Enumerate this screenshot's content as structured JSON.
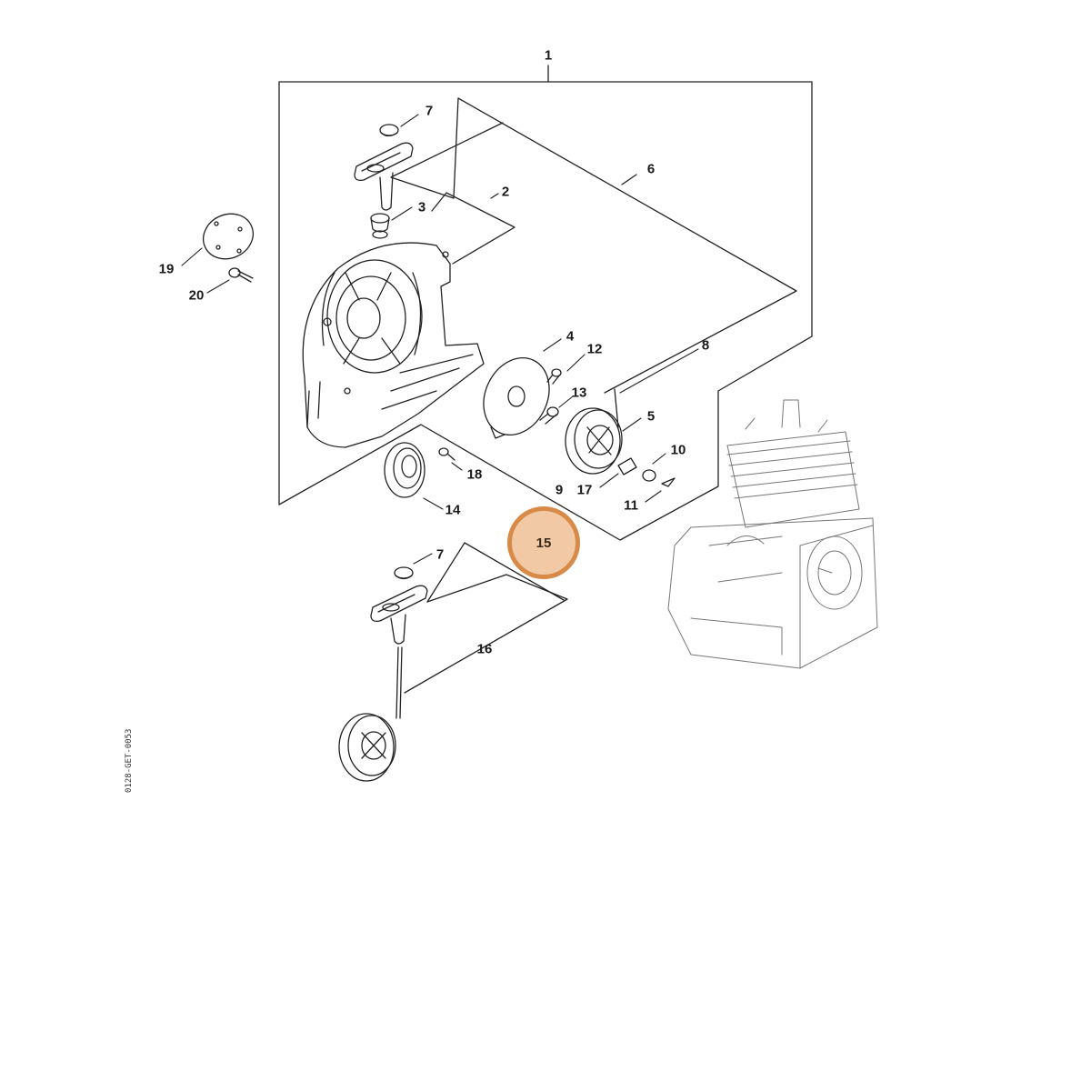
{
  "callout": {
    "number": "15",
    "fill_color": "#f1c9a4",
    "ring_color": "#d88a48"
  },
  "labels": {
    "p1": "1",
    "p2": "2",
    "p3": "3",
    "p4": "4",
    "p5": "5",
    "p6": "6",
    "p7_top": "7",
    "p7_bottom": "7",
    "p8": "8",
    "p9": "9",
    "p10": "10",
    "p11": "11",
    "p12": "12",
    "p13": "13",
    "p14": "14",
    "p16": "16",
    "p17": "17",
    "p18": "18",
    "p19": "19",
    "p20": "20"
  },
  "drawing_code": "0128-GET-0053"
}
